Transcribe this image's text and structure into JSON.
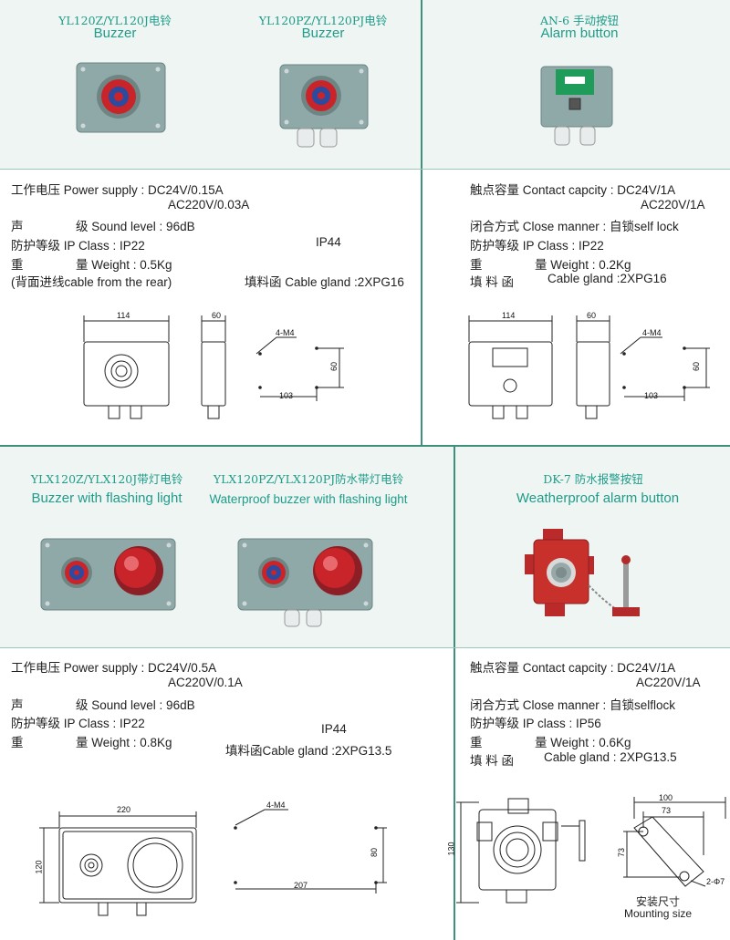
{
  "products": {
    "p1": {
      "code": "YL120Z/YL120J电铃",
      "name": "Buzzer"
    },
    "p2": {
      "code": "YL120PZ/YL120PJ电铃",
      "name": "Buzzer"
    },
    "p3": {
      "code": "AN-6 手动按钮",
      "name": "Alarm button"
    },
    "p4": {
      "code": "YLX120Z/YLX120J带灯电铃",
      "name": "Buzzer with flashing light"
    },
    "p5": {
      "code": "YLX120PZ/YLX120PJ防水带灯电铃",
      "name": "Waterproof buzzer with flashing light"
    },
    "p6": {
      "code": "DK-7 防水报警按钮",
      "name": "Weatherproof alarm button"
    }
  },
  "spec1": {
    "l1": "工作电压 Power supply : DC24V/0.15A",
    "l2": "AC220V/0.03A",
    "l3a": "声",
    "l3b": "级 Sound level : 96dB",
    "l4": "防护等级 IP Class : IP22",
    "l4b": "IP44",
    "l5a": "重",
    "l5b": "量 Weight : 0.5Kg",
    "l6": "(背面进线cable from the rear)",
    "l6b": "填料函 Cable gland :2XPG16"
  },
  "spec2": {
    "l1": "触点容量 Contact capcity : DC24V/1A",
    "l2": "AC220V/1A",
    "l3": "闭合方式 Close manner : 自锁self lock",
    "l4": "防护等级 IP Class : IP22",
    "l5a": "重",
    "l5b": "量 Weight : 0.2Kg",
    "l6a": "填 料 函",
    "l6b": "Cable gland :2XPG16"
  },
  "spec3": {
    "l1": "工作电压 Power supply : DC24V/0.5A",
    "l2": "AC220V/0.1A",
    "l3a": "声",
    "l3b": "级 Sound level : 96dB",
    "l4": "防护等级 IP Class : IP22",
    "l4b": "IP44",
    "l5a": "重",
    "l5b": "量 Weight : 0.8Kg",
    "l5c": "填料函Cable gland :2XPG13.5"
  },
  "spec4": {
    "l1": "触点容量 Contact capcity : DC24V/1A",
    "l2": "AC220V/1A",
    "l3": "闭合方式 Close manner : 自锁selflock",
    "l4": "防护等级 IP class : IP56",
    "l5a": "重",
    "l5b": "量 Weight : 0.6Kg",
    "l6a": "填 料 函",
    "l6b": "Cable gland : 2XPG13.5"
  },
  "dims": {
    "d1_w": "114",
    "d1_d": "60",
    "d1_hole": "4-M4",
    "d1_h": "60",
    "d1_s": "103",
    "d2_w": "114",
    "d2_d": "60",
    "d2_hole": "4-M4",
    "d2_h": "60",
    "d2_s": "103",
    "d3_w": "220",
    "d3_h": "120",
    "d3_hole": "4-M4",
    "d3_v": "80",
    "d3_s": "207",
    "d4_h": "130",
    "d4_w": "100",
    "d4_w2": "73",
    "d4_v": "73",
    "d4_hole": "2-Φ7",
    "mount_cn": "安装尺寸",
    "mount_en": "Mounting size"
  },
  "colors": {
    "accent": "#1f9c8a",
    "line": "#3e8f7b",
    "box": "#8aa4a3",
    "red": "#c8242a"
  }
}
